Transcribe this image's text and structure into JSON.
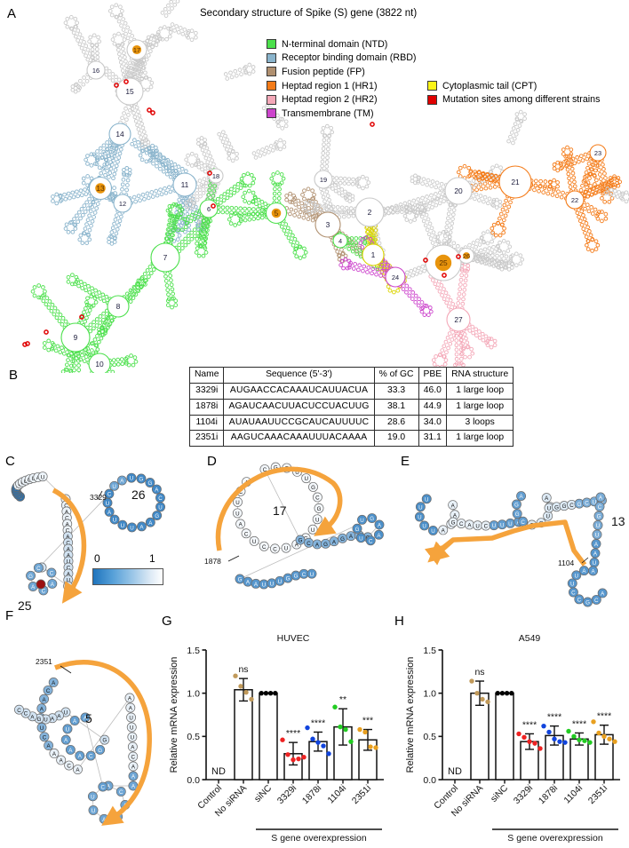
{
  "panels": {
    "A": "A",
    "B": "B",
    "C": "C",
    "D": "D",
    "E": "E",
    "F": "F",
    "G": "G",
    "H": "H"
  },
  "panelA": {
    "title": "Secondary structure of Spike (S) gene (3822 nt)",
    "legend_col1": [
      {
        "label": "N-terminal domain (NTD)",
        "color": "#4ce04c"
      },
      {
        "label": "Receptor binding domain (RBD)",
        "color": "#8ab4cc"
      },
      {
        "label": "Fusion peptide (FP)",
        "color": "#b09070"
      },
      {
        "label": "Heptad region 1 (HR1)",
        "color": "#f47b18"
      },
      {
        "label": "Heptad region 2 (HR2)",
        "color": "#f4a8b8"
      },
      {
        "label": "Transmembrane (TM)",
        "color": "#cc44cc"
      }
    ],
    "legend_col2": [
      {
        "label": "Cytoplasmic tail (CPT)",
        "color": "#fbf417"
      },
      {
        "label": "Mutation sites among different strains",
        "color": "#e00000"
      }
    ],
    "loop_numbers": [
      "1",
      "2",
      "3",
      "4",
      "5",
      "6",
      "7",
      "8",
      "9",
      "10",
      "11",
      "12",
      "13",
      "14",
      "15",
      "16",
      "17",
      "18",
      "19",
      "20",
      "21",
      "22",
      "23",
      "24",
      "25",
      "26",
      "27"
    ],
    "highlighted_loops": [
      "5",
      "13",
      "17",
      "25",
      "26"
    ],
    "highlight_color": "#e8940c"
  },
  "panelB": {
    "columns": [
      "Name",
      "Sequence (5'-3')",
      "% of GC",
      "PBE",
      "RNA structure"
    ],
    "rows": [
      {
        "name": "3329i",
        "sequence": "AUGAACCACAAAUCAUUACUA",
        "gc": "33.3",
        "pbe": "46.0",
        "structure": "1 large loop"
      },
      {
        "name": "1878i",
        "sequence": "AGAUCAACUUACUCCUACUUG",
        "gc": "38.1",
        "pbe": "44.9",
        "structure": "1 large loop"
      },
      {
        "name": "1104i",
        "sequence": "AUAUAAUUCCGCAUCAUUUUC",
        "gc": "28.6",
        "pbe": "34.0",
        "structure": "3 loops"
      },
      {
        "name": "2351i",
        "sequence": "AAGUCAAACAAAUUUACAAAA",
        "gc": "19.0",
        "pbe": "31.1",
        "structure": "1 large loop"
      }
    ]
  },
  "panelC": {
    "loop_labels": [
      "25",
      "26"
    ],
    "position_label": "3329",
    "sequence": "UGGCCAAGUGGUAUACACACACAAUCAUUACACAGCAUCUAUUUAAGUCAGGUACAUUAUACAAGU"
  },
  "panelD": {
    "loop_label": "17",
    "position_label": "1878",
    "sequence": "ACUUACUCCUACUUGCGUUGGCGCAGAGAUCAACUGUGGAAUUUGGCUAGGC"
  },
  "panelE": {
    "loop_label": "13",
    "position_label": "1104",
    "sequence": "UUUUUAUAAGCAUCUUUAAGGCCGUUAUGGCGCUUACGUUAAUAAUUCCGCAUCAUUUUCGUAGCA"
  },
  "panelF": {
    "loop_label": "5",
    "position_label": "2351",
    "sequence": "ACAAGUCAAACAAAUUUACAAAACAUAUUCAAUAAACGGUAAUGACCCAGAAUCAGAGGCCGUAUAUUAUA"
  },
  "colorscale": {
    "min": "0",
    "max": "1",
    "low_color": "#1f74bd",
    "high_color": "#ffffff"
  },
  "chart_data": [
    {
      "type": "bar",
      "panel": "G",
      "title": "HUVEC",
      "ylabel": "Relative mRNA expression",
      "xlabel": "",
      "ylim": [
        0,
        1.5
      ],
      "yticks": [
        "0.0",
        "0.5",
        "1.0",
        "1.5"
      ],
      "ytick_values": [
        0.0,
        0.5,
        1.0,
        1.5
      ],
      "categories": [
        "Control",
        "No siRNA",
        "siNC",
        "3329i",
        "1878i",
        "1104i",
        "2351i"
      ],
      "values": [
        null,
        1.04,
        1.0,
        0.3,
        0.44,
        0.61,
        0.46
      ],
      "errors": [
        null,
        0.13,
        0.0,
        0.13,
        0.11,
        0.21,
        0.12
      ],
      "nd_label": "ND",
      "significance": [
        "",
        "ns",
        "",
        "****",
        "****",
        "**",
        "***"
      ],
      "point_colors": [
        "",
        "#c19a5b",
        "#000000",
        "#ee2222",
        "#1144dd",
        "#22cc22",
        "#e8a020"
      ],
      "points": [
        [],
        [
          1.2,
          1.08,
          1.01,
          0.93
        ],
        [
          1.0,
          1.0,
          1.0,
          1.0
        ],
        [
          0.46,
          0.29,
          0.23,
          0.24,
          0.26
        ],
        [
          0.6,
          0.47,
          0.43,
          0.39,
          0.3
        ],
        [
          0.84,
          0.61,
          0.58,
          0.44
        ],
        [
          0.58,
          0.55,
          0.38,
          0.37
        ]
      ],
      "group_bracket_label": "S gene overexpression",
      "group_bracket_span": [
        "siNC",
        "2351i"
      ]
    },
    {
      "type": "bar",
      "panel": "H",
      "title": "A549",
      "ylabel": "Relative mRNA expression",
      "xlabel": "",
      "ylim": [
        0,
        1.5
      ],
      "yticks": [
        "0.0",
        "0.5",
        "1.0",
        "1.5"
      ],
      "ytick_values": [
        0.0,
        0.5,
        1.0,
        1.5
      ],
      "categories": [
        "Control",
        "No siRNA",
        "siNC",
        "3329i",
        "1878i",
        "1104i",
        "2351i"
      ],
      "values": [
        null,
        1.0,
        1.0,
        0.44,
        0.51,
        0.47,
        0.52
      ],
      "errors": [
        null,
        0.14,
        0.0,
        0.09,
        0.11,
        0.07,
        0.11
      ],
      "nd_label": "ND",
      "significance": [
        "",
        "ns",
        "",
        "****",
        "****",
        "****",
        "****"
      ],
      "point_colors": [
        "",
        "#c19a5b",
        "#000000",
        "#ee2222",
        "#1144dd",
        "#22cc22",
        "#e8a020"
      ],
      "points": [
        [],
        [
          1.14,
          1.0,
          0.93,
          0.9
        ],
        [
          1.0,
          1.0,
          1.0,
          1.0
        ],
        [
          0.53,
          0.49,
          0.44,
          0.42,
          0.36
        ],
        [
          0.62,
          0.55,
          0.47,
          0.44,
          0.43
        ],
        [
          0.56,
          0.5,
          0.46,
          0.45,
          0.43
        ],
        [
          0.67,
          0.54,
          0.5,
          0.47,
          0.44
        ]
      ],
      "group_bracket_label": "S gene overexpression",
      "group_bracket_span": [
        "siNC",
        "2351i"
      ]
    }
  ]
}
